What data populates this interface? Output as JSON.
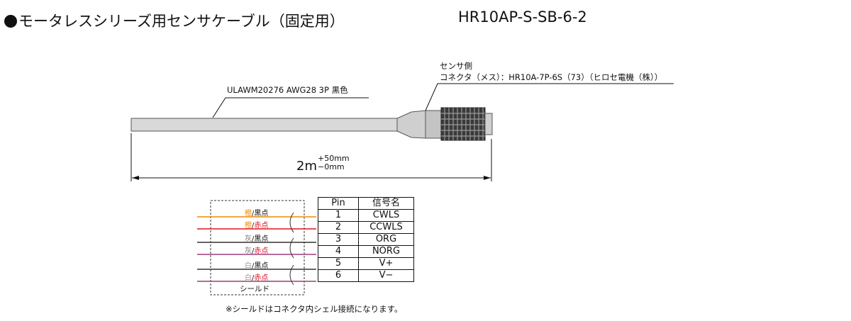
{
  "header": {
    "title": "モータレスシリーズ用センサケーブル（固定用）",
    "model": "HR10AP-S-SB-6-2"
  },
  "cable": {
    "label": "ULAWM20276 AWG28 3P 黒色",
    "connector_line1": "センサ側",
    "connector_line2": "コネクタ（メス）：HR10A-7P-6S（73）（ヒロセ電機（株））",
    "length_main": "2m",
    "length_plus": "+50mm",
    "length_minus": "−0mm"
  },
  "pin_table": {
    "headers": [
      "Pin",
      "信号名"
    ],
    "rows": [
      {
        "pin": "1",
        "signal": "CWLS"
      },
      {
        "pin": "2",
        "signal": "CCWLS"
      },
      {
        "pin": "3",
        "signal": "ORG"
      },
      {
        "pin": "4",
        "signal": "NORG"
      },
      {
        "pin": "5",
        "signal": "V+"
      },
      {
        "pin": "6",
        "signal": "V−"
      }
    ]
  },
  "wires": [
    {
      "base": "橙",
      "dot": "黒点",
      "base_color": "#f08a00",
      "dot_color": "#111111"
    },
    {
      "base": "橙",
      "dot": "赤点",
      "base_color": "#f08a00",
      "dot_color": "#e0141e"
    },
    {
      "base": "灰",
      "dot": "黒点",
      "base_color": "#888888",
      "dot_color": "#111111"
    },
    {
      "base": "灰",
      "dot": "赤点",
      "base_color": "#888888",
      "dot_color": "#e0141e"
    },
    {
      "base": "白",
      "dot": "黒点",
      "base_color": "#bbbbbb",
      "dot_color": "#111111"
    },
    {
      "base": "白",
      "dot": "赤点",
      "base_color": "#bbbbbb",
      "dot_color": "#e0141e"
    }
  ],
  "shield_label": "シールド",
  "note": "※シールドはコネクタ内シェル接続になります。"
}
